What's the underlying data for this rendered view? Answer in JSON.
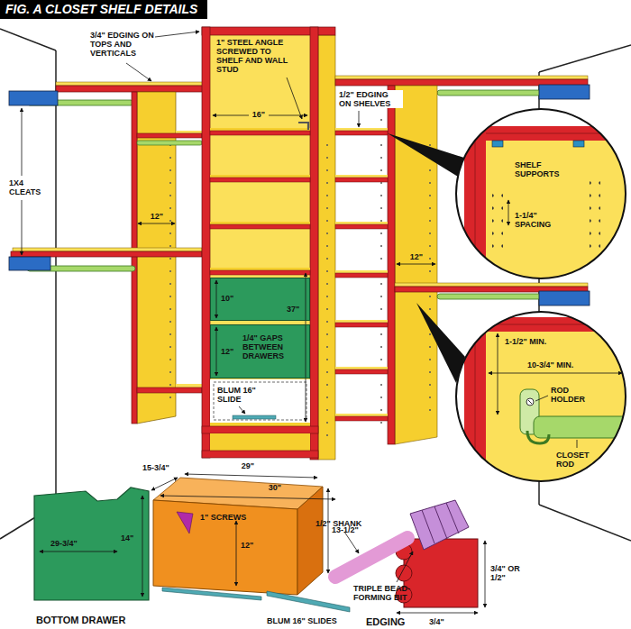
{
  "diagram": {
    "title": "FIG. A CLOSET SHELF DETAILS",
    "nodes": [
      {
        "text": [
          "10\""
        ]
      },
      {
        "text": [
          "12\"",
          "1/4\" GAPS BETWEEN DRAWERS"
        ]
      },
      {
        "text": [
          "SHELF SUPPORTS",
          "1-1/4\" SPACING"
        ]
      },
      {
        "text": [
          "1-1/2\" MIN.",
          "10-3/4\" MIN.",
          "ROD HOLDER",
          "CLOSET ROD"
        ]
      }
    ],
    "labels": [
      "3/4\" EDGING ON TOPS AND VERTICALS",
      "1\" STEEL ANGLE SCREWED TO SHELF AND WALL STUD",
      "16\"",
      "1/2\" EDGING ON SHELVES",
      "1X4 CLEATS",
      "12\"",
      "12\"",
      "37\"",
      "BLUM 16\" SLIDE",
      "15-3/4\"",
      "29\"",
      "30\"",
      "1\" SCREWS",
      "12\"",
      "13-1/2\"",
      "14\"",
      "29-3/4\"",
      "BLUM 16\" SLIDES",
      "BOTTOM DRAWER",
      "1/2\" SHANK",
      "TRIPLE BEAD-FORMING BIT",
      "3/4\" OR 1/2\"",
      "3/4\"",
      "EDGING"
    ]
  }
}
